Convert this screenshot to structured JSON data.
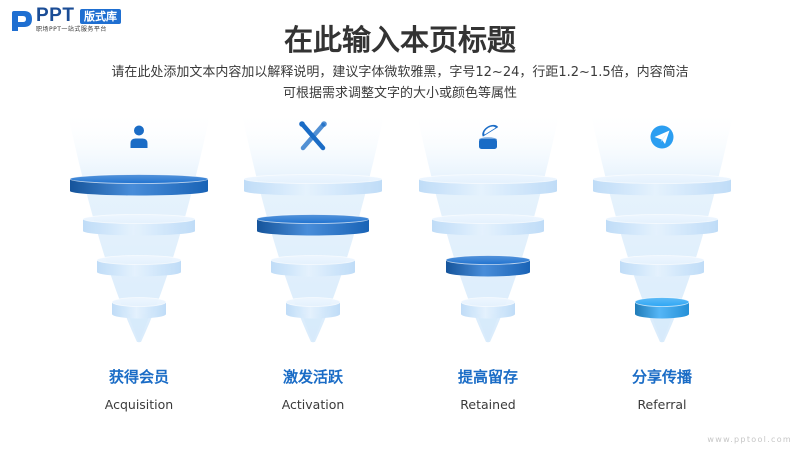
{
  "logo": {
    "brand": "PPT",
    "badge": "版式库",
    "tagline": "职场PPT一站式服务平台",
    "icon": "ppt-logo-icon"
  },
  "header": {
    "title": "在此输入本页标题",
    "description_lines": [
      "请在此处添加文本内容加以解释说明，建议字体微软雅黑，字号12~24，行距1.2~1.5倍，内容简洁",
      "可根据需求调整文字的大小或颜色等属性"
    ]
  },
  "funnels": [
    {
      "icon": "user-icon",
      "label": "获得会员",
      "sublabel": "Acquisition",
      "highlight_level": 1,
      "highlight_color": "#1c70cf"
    },
    {
      "icon": "crossed-tools-icon",
      "label": "激发活跃",
      "sublabel": "Activation",
      "highlight_level": 2,
      "highlight_color": "#1c70cf"
    },
    {
      "icon": "open-jar-icon",
      "label": "提高留存",
      "sublabel": "Retained",
      "highlight_level": 3,
      "highlight_color": "#1c70cf"
    },
    {
      "icon": "paper-plane-icon",
      "label": "分享传播",
      "sublabel": "Referral",
      "highlight_level": 4,
      "highlight_color": "#2aa4f4"
    }
  ],
  "watermark": "www.pptool.com",
  "colors": {
    "title": "#333333",
    "body_text": "#3a3a3a",
    "accent": "#1a6cc6",
    "icon_alt": "#2b9ef1",
    "brand_dark": "#1b4d96",
    "badge_bg": "#1f6fd1",
    "disc_light_edge": "#bcdbf7",
    "disc_light_center": "#e5f2fe",
    "disc_light_top": "#eef7ff",
    "glow": "#d6eafb",
    "watermark": "#c6c6c6"
  }
}
